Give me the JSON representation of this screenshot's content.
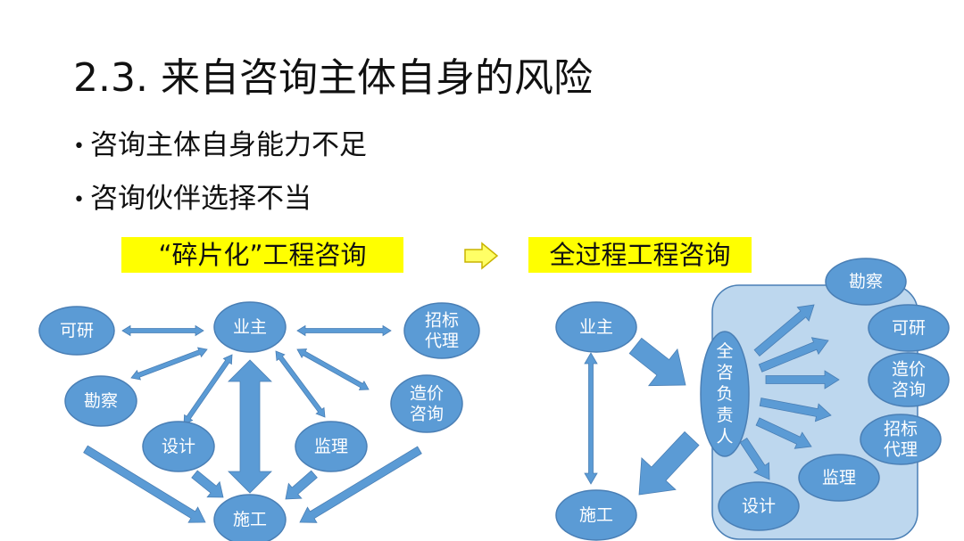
{
  "slide": {
    "title": "2.3. 来自咨询主体自身的风险",
    "bullets": [
      "咨询主体自身能力不足",
      "咨询伙伴选择不当"
    ],
    "left_label": "“碎片化”工程咨询",
    "right_label": "全过程工程咨询"
  },
  "colors": {
    "node": "#5b9bd5",
    "node_border": "#4a7fb5",
    "panel": "#bdd7ee",
    "highlight": "#ffff00"
  },
  "left_diagram": {
    "nodes": {
      "kyan": [
        "可研"
      ],
      "yezhu": [
        "业主"
      ],
      "zhaobiao": [
        "招标",
        "代理"
      ],
      "kancha": [
        "勘察"
      ],
      "zaojia": [
        "造价",
        "咨询"
      ],
      "sheji": [
        "设计"
      ],
      "jianli": [
        "监理"
      ],
      "shigong": [
        "施工"
      ]
    }
  },
  "right_diagram": {
    "nodes": {
      "yezhu": [
        "业主"
      ],
      "shigong": [
        "施工"
      ],
      "leader": [
        "全",
        "咨",
        "负",
        "责",
        "人"
      ],
      "kancha": [
        "勘察"
      ],
      "kyan": [
        "可研"
      ],
      "zaojia": [
        "造价",
        "咨询"
      ],
      "zhaobiao": [
        "招标",
        "代理"
      ],
      "jianli": [
        "监理"
      ],
      "sheji": [
        "设计"
      ]
    }
  }
}
